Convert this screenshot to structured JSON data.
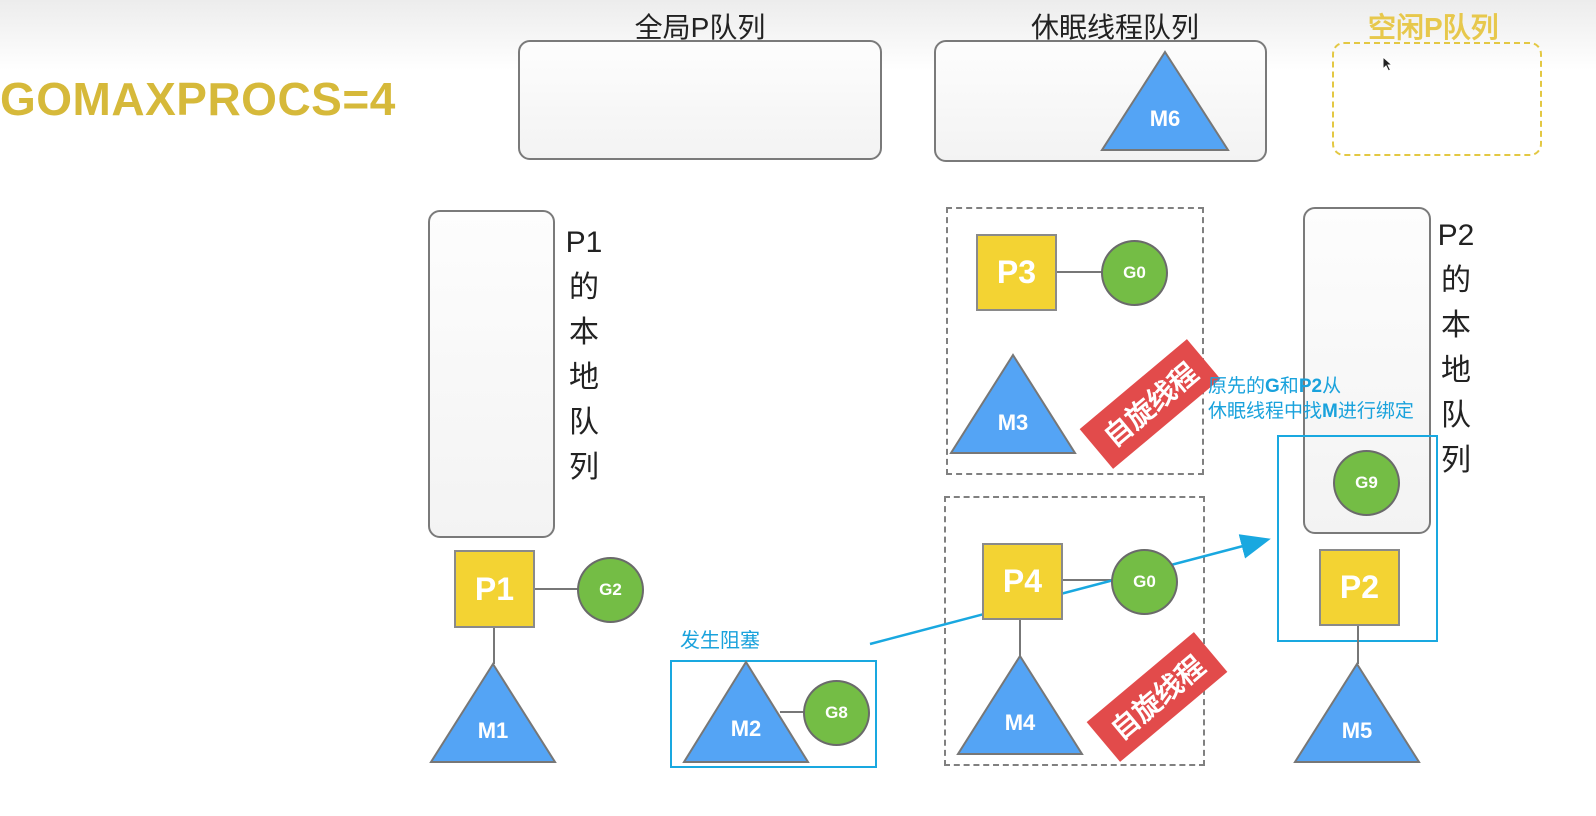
{
  "title": "GOMAXPROCS=4",
  "global_queue": {
    "label": "全局P队列"
  },
  "sleep_queue": {
    "label": "休眠线程队列",
    "threads": [
      "M6"
    ]
  },
  "idle_queue": {
    "label": "空闲P队列"
  },
  "p1": {
    "name": "P1",
    "goroutine": "G2",
    "thread": "M1",
    "local_queue_label": [
      "P1",
      "的",
      "本",
      "地",
      "队",
      "列"
    ]
  },
  "p2": {
    "name": "P2",
    "goroutine_in_queue": "G9",
    "thread": "M5",
    "local_queue_label": [
      "P2",
      "的",
      "本",
      "地",
      "队",
      "列"
    ]
  },
  "spin_group_1": {
    "processor": "P3",
    "goroutine": "G0",
    "thread": "M3",
    "badge": "自旋线程"
  },
  "spin_group_2": {
    "processor": "P4",
    "goroutine": "G0",
    "thread": "M4",
    "badge": "自旋线程"
  },
  "blocked": {
    "label": "发生阻塞",
    "thread": "M2",
    "goroutine": "G8"
  },
  "annotation": {
    "line1": [
      "原先的",
      "G",
      "和",
      "P2",
      "从"
    ],
    "line2": [
      "休眠线程中找",
      "M",
      "进行绑定"
    ]
  },
  "colors": {
    "title": "#D6B93A",
    "processor": "#F3D333",
    "goroutine": "#74BD45",
    "thread": "#54A4F5",
    "spin_badge": "#E24B4B",
    "annotation": "#19A2DC",
    "idle": "#E7C84C"
  }
}
